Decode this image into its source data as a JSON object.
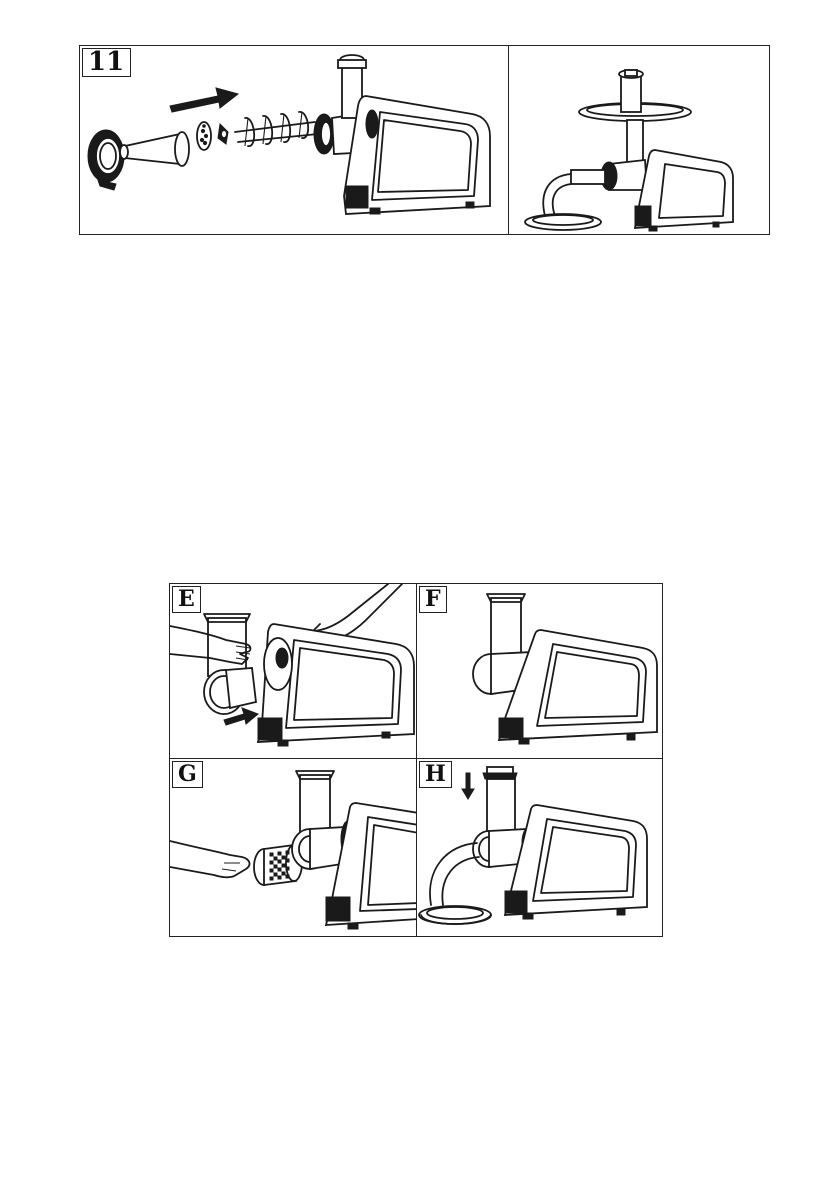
{
  "figure_11": {
    "label": "11",
    "panels": [
      {
        "id": "assembly",
        "content": "exploded-parts-with-arrow"
      },
      {
        "id": "assembled-with-tray",
        "content": "grinder-with-tray-and-bowl"
      }
    ]
  },
  "figure_slicer": {
    "panels": [
      {
        "label": "E"
      },
      {
        "label": "F"
      },
      {
        "label": "G"
      },
      {
        "label": "H"
      }
    ]
  },
  "colors": {
    "line": "#1a1a1a",
    "background": "#ffffff",
    "dark_fill": "#1a1a1a"
  }
}
